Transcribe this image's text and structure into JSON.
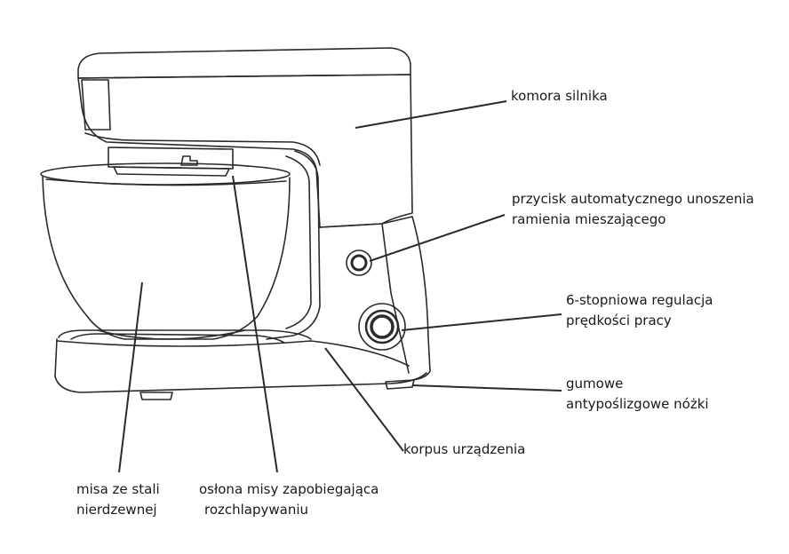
{
  "labels": {
    "motor": [
      "komora silnika"
    ],
    "lift_button": [
      "przycisk  automatycznego unoszenia",
      "ramienia mieszającego"
    ],
    "speed_control": [
      "6-stopniowa regulacja",
      "prędkości pracy"
    ],
    "feet": [
      "gumowe",
      "antypoślizgowe nóżki"
    ],
    "body": [
      "korpus urządzenia"
    ],
    "bowl": [
      "misa ze stali",
      "nierdzewnej"
    ],
    "splash_guard": [
      "osłona misy zapobiegająca",
      "rozchlapywaniu"
    ]
  },
  "colors": {
    "line": "#2a2a2a",
    "text": "#1a1a1a",
    "background": "#ffffff"
  }
}
